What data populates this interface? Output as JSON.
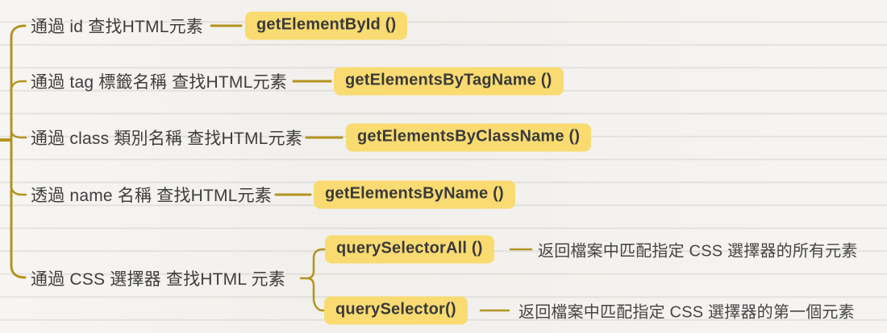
{
  "colors": {
    "background": "#f2f0ed",
    "branch_line": "#b2941f",
    "highlight_box": "#f9db72",
    "topic_text": "#3e3e3e",
    "method_text": "#3a3a3a"
  },
  "mindmap": {
    "branches": [
      {
        "topic": "通過 id 查找HTML元素",
        "method": "getElementById ()"
      },
      {
        "topic": "通過 tag 標籤名稱 查找HTML元素",
        "method": "getElementsByTagName ()"
      },
      {
        "topic": "通過 class 類別名稱 查找HTML元素",
        "method": "getElementsByClassName ()"
      },
      {
        "topic": "透過 name 名稱 查找HTML元素",
        "method": "getElementsByName ()"
      },
      {
        "topic": "通過 CSS 選擇器 查找HTML 元素",
        "children": [
          {
            "method": "querySelectorAll ()",
            "description": "返回檔案中匹配指定 CSS 選擇器的所有元素"
          },
          {
            "method": "querySelector()",
            "description": "返回檔案中匹配指定 CSS 選擇器的第一個元素"
          }
        ]
      }
    ]
  }
}
